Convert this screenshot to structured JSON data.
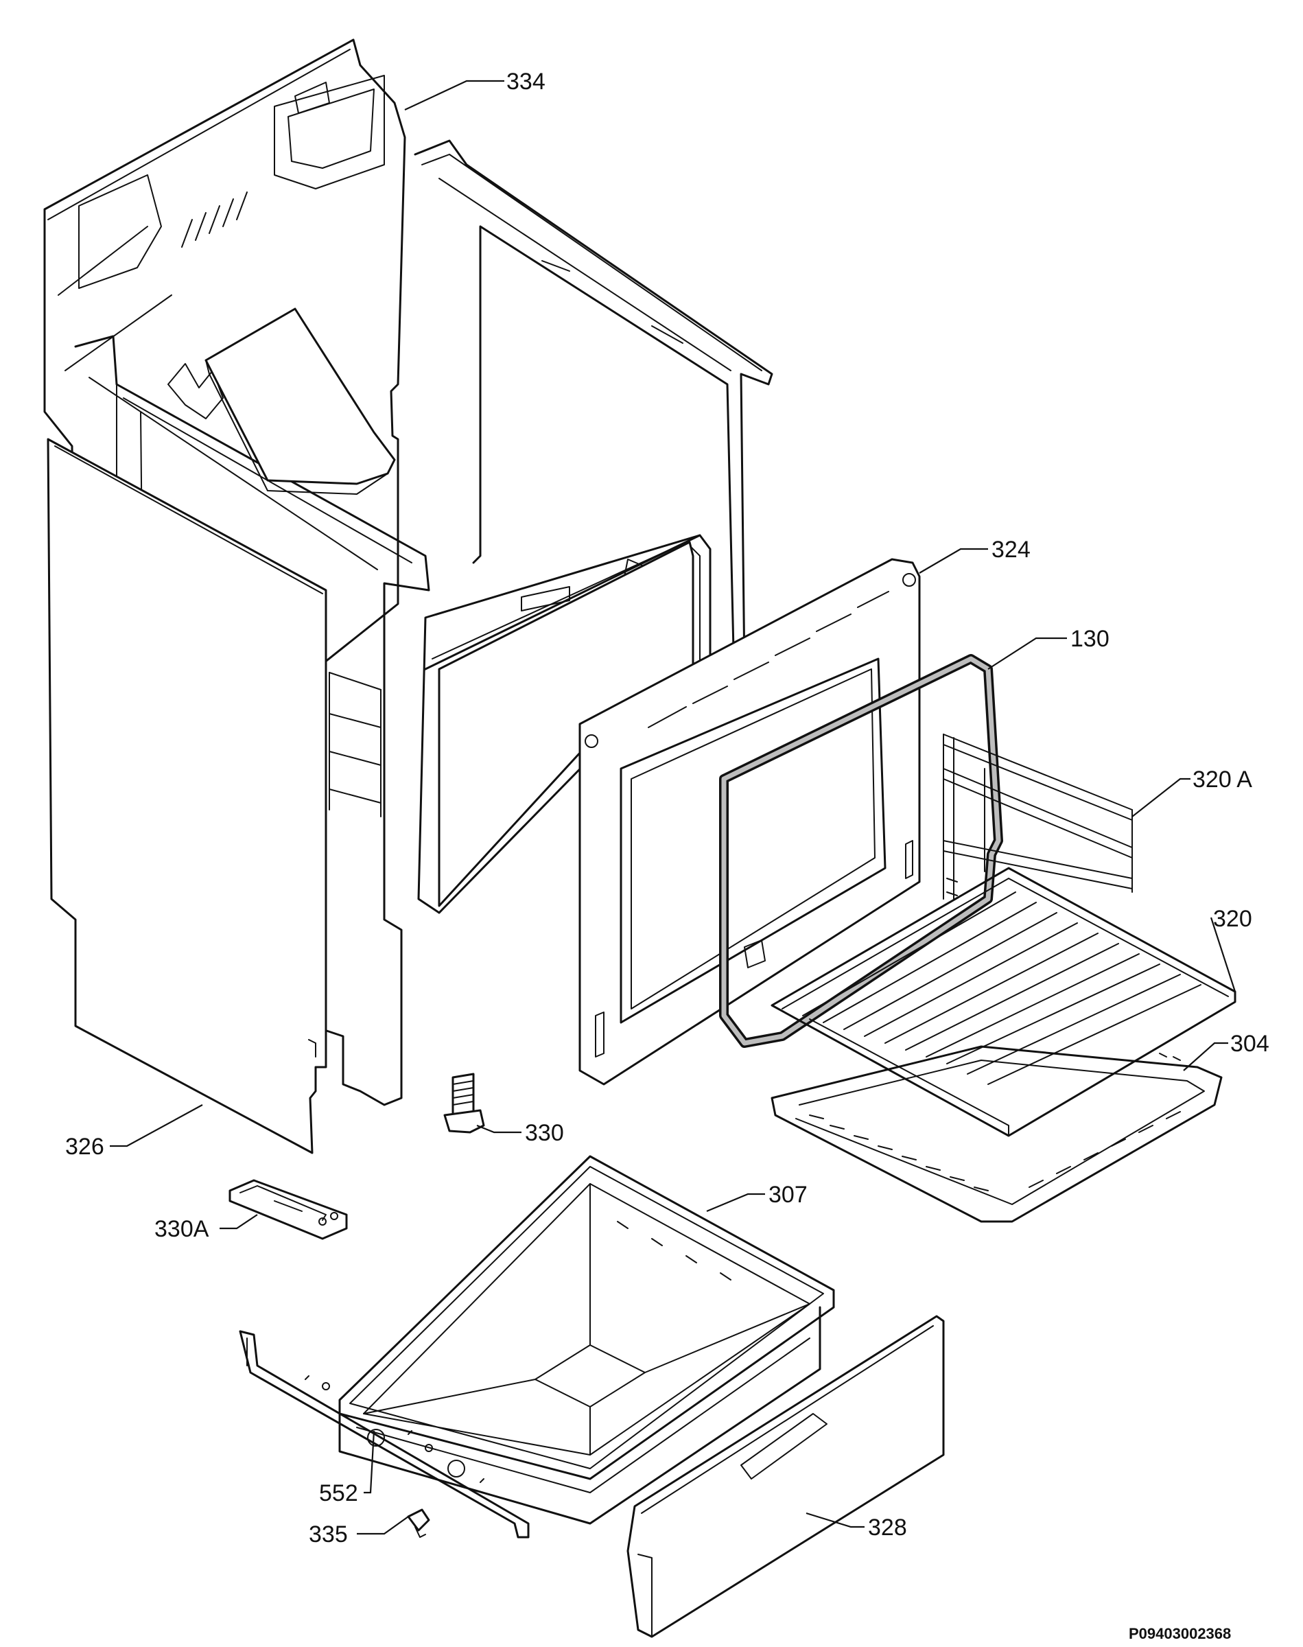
{
  "callouts": [
    {
      "id": "334",
      "label": "334"
    },
    {
      "id": "324",
      "label": "324"
    },
    {
      "id": "130",
      "label": "130"
    },
    {
      "id": "320A",
      "label": "320 A"
    },
    {
      "id": "320",
      "label": "320"
    },
    {
      "id": "304",
      "label": "304"
    },
    {
      "id": "326",
      "label": "326"
    },
    {
      "id": "330",
      "label": "330"
    },
    {
      "id": "307",
      "label": "307"
    },
    {
      "id": "330A",
      "label": "330A"
    },
    {
      "id": "552",
      "label": "552"
    },
    {
      "id": "335",
      "label": "335"
    },
    {
      "id": "328",
      "label": "328"
    }
  ],
  "drawing_reference": "P09403002368",
  "colors": {
    "line": "#111111",
    "background": "#ffffff",
    "seal_highlight": "#bdbdbd"
  }
}
